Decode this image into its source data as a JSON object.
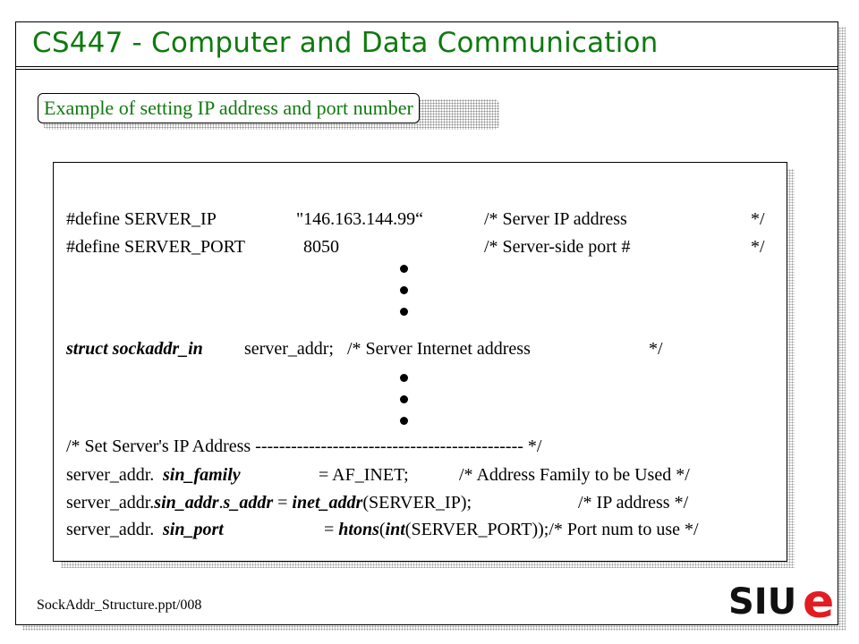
{
  "slide": {
    "title": "CS447 - Computer and Data Communication",
    "subtitle": "Example of setting IP address and port number",
    "footer": "SockAddr_Structure.ppt/008",
    "logo_text": "SIUe",
    "colors": {
      "title": "#0f7a0f",
      "logo_red": "#e11d22"
    }
  },
  "code": {
    "line1": {
      "a": "#define SERVER_IP",
      "b": "\"146.163.144.99“",
      "c": "/* Server IP address",
      "d": "*/"
    },
    "line2": {
      "a": "#define SERVER_PORT",
      "b": "8050",
      "c": "/* Server-side port #",
      "d": "*/"
    },
    "line3": {
      "type": "struct sockaddr_in",
      "rest": "server_addr;   /* Server Internet address",
      "end": "*/"
    },
    "line4": "/* Set Server's IP Address --------------------------------------------- */",
    "line5": {
      "pre": "server_addr.",
      "field": "sin_family",
      "rhs": "= AF_INET;",
      "comment": "/* Address Family to be Used */"
    },
    "line6": {
      "pre": "server_addr.",
      "field1": "sin_addr",
      "dot": ".",
      "field2": "s_addr",
      "eq": " = ",
      "fn": "inet_addr",
      "arg": "(SERVER_IP);",
      "comment": "/* IP address */"
    },
    "line7": {
      "pre": "server_addr.",
      "field": "sin_port",
      "eq": "= ",
      "fn1": "htons",
      "p1": "(",
      "fn2": "int",
      "arg": "(SERVER_PORT));/* Port num to use */"
    }
  }
}
